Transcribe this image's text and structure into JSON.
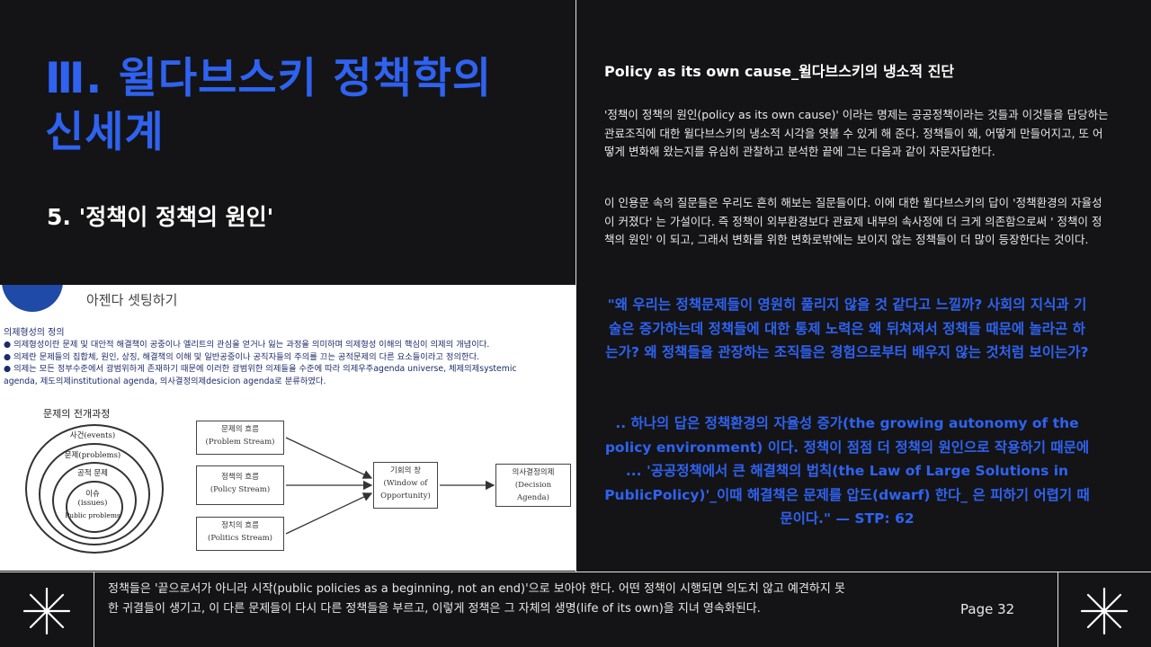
{
  "title_lines": [
    "Ⅲ. 윌다브스키 정책학의",
    "신세계"
  ],
  "subtitle": "5. '정책이 정책의 원인'",
  "right": {
    "heading": "Policy as its own cause_윌다브스키의 냉소적 진단",
    "paragraph1": "'정책이 정책의 원인(policy as its own cause)' 이라는 명제는 공공정책이라는 것들과 이것들을 담당하는 관료조직에 대한 윌다브스키의 냉소적 시각을 엿볼 수 있게 해 준다. 정책들이 왜, 어떻게 만들어지고, 또 어떻게 변화해 왔는지를 유심히 관찰하고 분석한 끝에 그는 다음과 같이 자문자답한다.",
    "paragraph2": "이 인용문 속의 질문들은 우리도 흔히 해보는 질문들이다. 이에 대한 윌다브스키의 답이 '정책환경의 자율성이 커졌다' 는 가설이다. 즉 정책이 외부환경보다 관료제 내부의 속사정에 더 크게 의존함으로써 ' 정책이 정책의 원인' 이 되고, 그래서 변화를 위한 변화로밖에는 보이지 않는 정책들이 더 많이 등장한다는 것이다.",
    "quote1": "\"왜 우리는 정책문제들이 영원히 풀리지 않을 것 같다고 느낄까? 사회의 지식과 기술은 증가하는데 정책들에 대한 통제 노력은 왜 뒤쳐져서 정책들 때문에 놀라곤 하는가? 왜 정책들을 관장하는 조직들은 경험으로부터 배우지 않는 것처럼 보이는가?",
    "quote2": ".. 하나의 답은 정책환경의 자율성 증가(the growing autonomy of the policy environment) 이다. 정책이 점점 더 정책의 원인으로 작용하기 때문에 ... '공공정책에서 큰 해결책의 법칙(the Law of Large Solutions in PublicPolicy)'_이때 해결책은 문제를 압도(dwarf) 한다_ 은 피하기 어렵기 때문이다.\" — STP: 62"
  },
  "image": {
    "heading": "아젠다 셋팅하기",
    "def_title": "의제형성의 정의",
    "defs": [
      "● 의제형성이란 문제 및 대안적 해결책이 공중이나 엘리트의 관심을 얻거나 잃는 과정을 의미하며 의제형성 이해의 핵심이 의제의 개념이다.",
      "● 의제란 문제들의 집합체, 원인, 상징, 해결책의 이해 및 일반공중이나 공직자들의 주의를 끄는 공적문제의 다른 요소들이라고 정의한다.",
      "● 의제는 모든 정부수준에서 광범위하게 존재하기 때문에 이러한 광범위한 의제들을 수준에 따라 의제우주agenda universe, 체제의제systemic",
      "   agenda, 제도의제institutional agenda, 의사결정의제desicion agenda로 분류하였다."
    ],
    "diagram_title": "문제의 전개과정",
    "rings": [
      "사건(events)",
      "문제(problems)",
      "공적 문제",
      "이슈",
      "(issues)",
      "Public problems"
    ],
    "streams": [
      {
        "ko": "문제의 흐름",
        "en": "(Problem Stream)"
      },
      {
        "ko": "정책의 흐름",
        "en": "(Policy Stream)"
      },
      {
        "ko": "정치의 흐름",
        "en": "(Politics Stream)"
      }
    ],
    "window": {
      "ko": "기회의 창",
      "en1": "(Window of",
      "en2": "Opportunity)"
    },
    "decision": {
      "ko": "의사결정의제",
      "en1": "(Decision",
      "en2": "Agenda)"
    }
  },
  "footer": {
    "text": "정책들은 '끝으로서가 아니라 시작(public policies as a beginning, not an end)'으로 보아야 한다. 어떤 정책이 시행되면 의도치 않고 예견하지 못한 귀결들이 생기고, 이 다른 문제들이 다시 다른 정책들을 부르고, 이렇게 정책은 그 자체의 생명(life of its own)을 지녀 영속화된다.",
    "page": "Page 32"
  },
  "icons": [
    "asterisk-star-icon",
    "asterisk-star-icon"
  ],
  "colors": {
    "accent": "#2f62f0",
    "background": "#141416",
    "line": "#e6e6e6"
  }
}
